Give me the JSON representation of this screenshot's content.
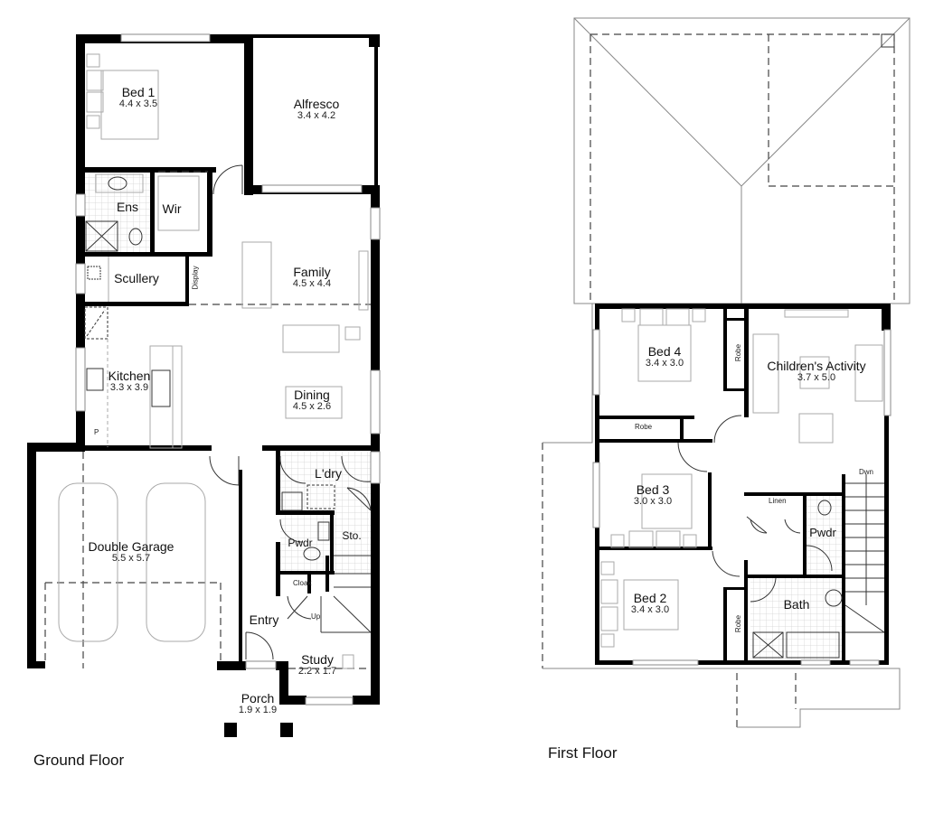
{
  "floors": [
    {
      "title": "Ground Floor",
      "rooms": [
        {
          "name": "Bed 1",
          "dims": "4.4 x 3.5"
        },
        {
          "name": "Alfresco",
          "dims": "3.4 x 4.2"
        },
        {
          "name": "Ens",
          "dims": ""
        },
        {
          "name": "Wir",
          "dims": ""
        },
        {
          "name": "Scullery",
          "dims": ""
        },
        {
          "name": "Family",
          "dims": "4.5 x 4.4"
        },
        {
          "name": "Kitchen",
          "dims": "3.3 x 3.9"
        },
        {
          "name": "Dining",
          "dims": "4.5 x 2.6"
        },
        {
          "name": "L'dry",
          "dims": ""
        },
        {
          "name": "Double Garage",
          "dims": "5.5 x 5.7"
        },
        {
          "name": "Pwdr",
          "dims": ""
        },
        {
          "name": "Sto.",
          "dims": ""
        },
        {
          "name": "Entry",
          "dims": ""
        },
        {
          "name": "Study",
          "dims": "2.2 x 1.7"
        },
        {
          "name": "Porch",
          "dims": "1.9 x 1.9"
        }
      ],
      "small_labels": {
        "display": "Display",
        "pantry": "P",
        "cloak": "Cloak",
        "stairs": "Up"
      }
    },
    {
      "title": "First Floor",
      "rooms": [
        {
          "name": "Bed 4",
          "dims": "3.4 x 3.0"
        },
        {
          "name": "Children's Activity",
          "dims": "3.7 x 5.0"
        },
        {
          "name": "Bed 3",
          "dims": "3.0 x 3.0"
        },
        {
          "name": "Bed 2",
          "dims": "3.4 x 3.0"
        },
        {
          "name": "Pwdr",
          "dims": ""
        },
        {
          "name": "Bath",
          "dims": ""
        }
      ],
      "small_labels": {
        "robe_bed4": "Robe",
        "robe_bed3": "Robe",
        "robe_bed2": "Robe",
        "linen": "Linen",
        "stairs": "Dwn"
      }
    }
  ],
  "colors": {
    "wall": "#000000",
    "fixture": "#aaaaaa",
    "dashed": "#555555",
    "tile": "#d8d8d8"
  }
}
